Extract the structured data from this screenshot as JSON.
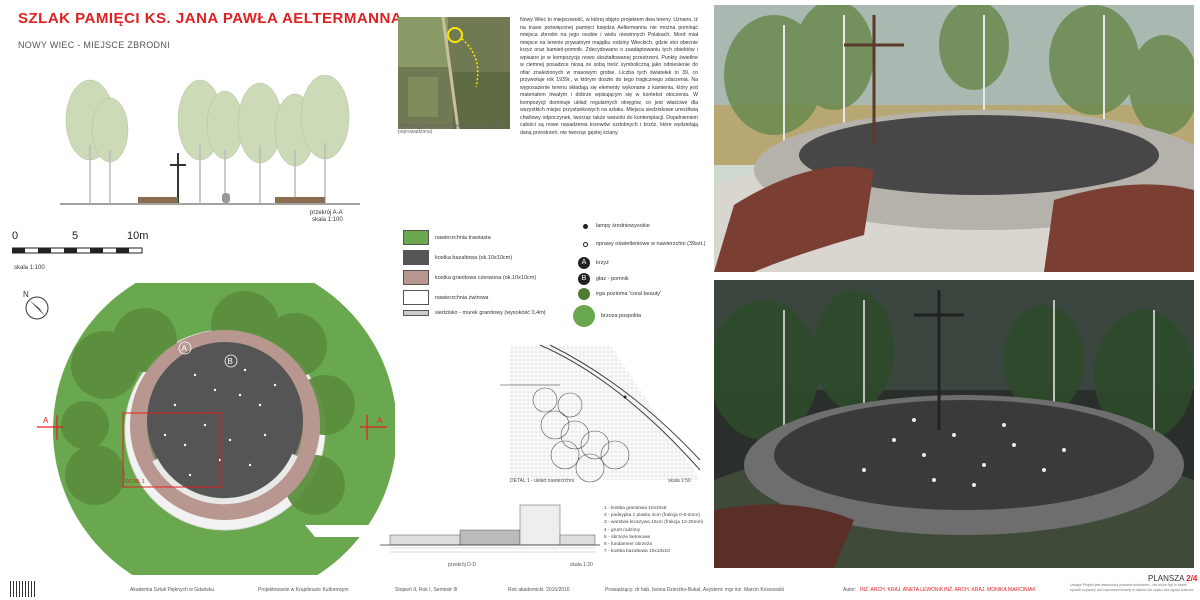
{
  "header": {
    "title": "SZLAK PAMIĘCI KS. JANA PAWŁA AELTERMANNA",
    "subtitle": "NOWY WIEC - MIEJSCE ZBRODNI"
  },
  "section_aa": {
    "label": "przekrój A-A",
    "scale": "skala 1:100"
  },
  "scalebar": {
    "ticks": [
      "0",
      "5",
      "10m"
    ],
    "scale_text": "skala 1:100"
  },
  "plan": {
    "markers": {
      "a": "A",
      "b": "B"
    },
    "detail_label": "DETAL 1",
    "cut_label": "A"
  },
  "aerial": {
    "caption": "lokalizacja miejsca i planowany dostęp (ścieżka poprowadzona)"
  },
  "description": {
    "text": "Nowy Wiec to miejscowość, w której objęto projektem dwa tereny. Uznano, iż na trasie poświęconej pamięci księdza Aeltermanna nie można pominąć miejsca zbrodni na jego osobie i wielu niewinnych Polakach. Mord miał miejsce na terenie prywatnym majątku rodziny Wieckich, gdzie stoi obecnie krzyż oraz kamień-pomnik. Zdecydowano o zaadaptowaniu tych obiektów i wpisano je w kompozycję nowo ukształtowanej przestrzeni. Punkty świetlne w ciemnej posadzce niosą ze sobą treść symboliczną jako odniesienie do ofiar znalezionych w masowym grobie. Liczba tych światełek to 39, co przywołuje rok 1939r., w którym doszło do tego tragicznego zdarzenia. Na wyposażenie terenu składają się elementy wykonane z kamienia, który jest materiałem trwałym i dobrze wpisującym się w kontekst otoczenia. W kompozycji dominuje układ regularnych okręgów, co jest właściwe dla wszystkich miejsc przystankowych na szlaku. Miejsca siedziskowe umożliwią chwilowy odpoczynek, tworząc także warunki do kontemplacji. Dopełnieniem całości są nowe nasadzenia krzewów ozdobnych i brzóz, które wydzielają daną przestrzeń, nie tworząc gęstej ściany."
  },
  "legend": {
    "surfaces": [
      {
        "label": "nawierzchnia trawiasta",
        "color": "#6aa84f"
      },
      {
        "label": "kostka bazaltowa (ok.10x10cm)",
        "color": "#555555"
      },
      {
        "label": "kostka granitowa czerwona (ok.10x10cm)",
        "color": "#b89790"
      },
      {
        "label": "nawierzchnia żwirowa",
        "color": "#ffffff"
      },
      {
        "label": "siedzisko - murek granitowy (wysokość 0,4m)",
        "color": "#cccccc"
      }
    ],
    "symbols": [
      {
        "label": "lampy średniowysokie",
        "icon": "dot-icon"
      },
      {
        "label": "oprawy oświetleniowe w nawierzchni (39szt.)",
        "icon": "ring-icon"
      },
      {
        "label": "krzyż",
        "marker": "A"
      },
      {
        "label": "głaz - pomnik",
        "marker": "B"
      },
      {
        "label": "irga pozioma 'coral beauty'",
        "icon": "shrub-icon"
      },
      {
        "label": "brzoza pospolita",
        "icon": "tree-icon"
      }
    ]
  },
  "detail": {
    "caption": "DETAL 1 - układ nawierzchni",
    "scale": "skala 1:50"
  },
  "section_dd": {
    "label": "przekrój D-D",
    "scale": "skala 1:20",
    "layers": [
      "1 - kostka granitowa 10x10x8",
      "2 - podsypka z piasku 4cm (frakcja 0-5-2mm)",
      "3 - warstwa kruszywa 15cm (frakcja 12-20mm)",
      "4 - grunt rodzimy",
      "5 - obrzeże betonowe",
      "6 - fundament obrzeża",
      "7 - kostka bazaltowa 10x10x10"
    ]
  },
  "footer": {
    "school": "Akademia Sztuk Pięknych w Gdańsku",
    "program": "Projektowanie w Krajobrazie Kulturowym",
    "degree": "Stopień II, Rok I, Semestr III",
    "year": "Rok akademicki: 2015/2016",
    "supervisors": "Prowadzący: dr hab. Iwona Dzierżko-Bukal, Asystent: mgr inż. Marcin Kossowski",
    "authors_label": "Autor:",
    "author1": "INŻ. ARCH. KRAJ. ANETA LEWONIK",
    "author2": "INŻ. ARCH. KRAJ. MONIKA MARCINIAK",
    "plansza_label": "PLANSZA",
    "plansza_num": "2/4",
    "note": "Uwaga! Projekt jest własnością prawami autorskimi - nie może być w żaden sposób używany ani rozpowszechniany w całości lub części bez zgody autorów."
  },
  "colors": {
    "accent": "#e02020",
    "grass": "#6aa84f",
    "basalt": "#555555",
    "granite_red": "#b89790"
  }
}
